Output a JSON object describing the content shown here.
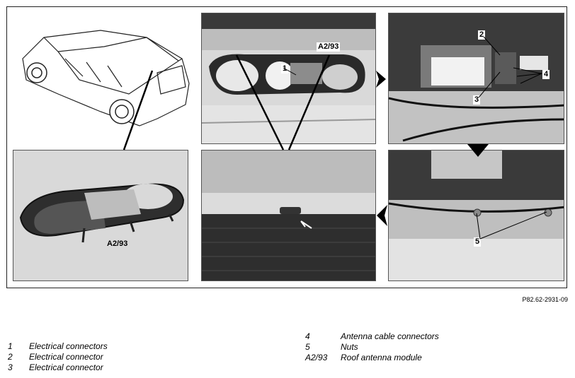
{
  "callouts": {
    "p2_a2_93": "A2/93",
    "p2_1": "1",
    "p3_2": "2",
    "p3_3": "3",
    "p3_4": "4",
    "p4_a2_93": "A2/93",
    "p6_5": "5"
  },
  "figure_ref": "P82.62-2931-09",
  "legend": [
    {
      "num": "1",
      "text": "Electrical connectors"
    },
    {
      "num": "2",
      "text": "Electrical connector"
    },
    {
      "num": "3",
      "text": "Electrical connector"
    },
    {
      "num": "4",
      "text": "Antenna cable connectors"
    },
    {
      "num": "5",
      "text": "Nuts"
    },
    {
      "num": "A2/93",
      "text": "Roof antenna module"
    }
  ]
}
